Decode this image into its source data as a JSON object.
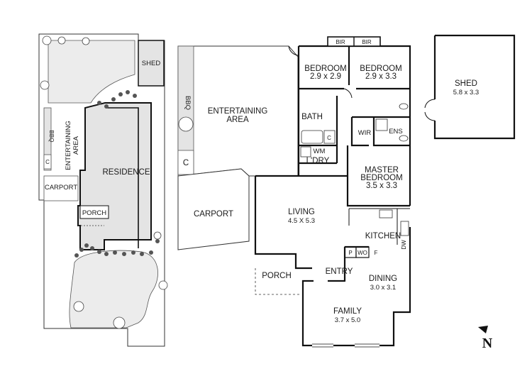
{
  "site_plan": {
    "shed": "SHED",
    "entertaining": "ENTERTAINING AREA",
    "bbq": "BBQ",
    "c": "C",
    "residence": "RESIDENCE",
    "carport": "CARPORT",
    "porch": "PORCH"
  },
  "floor_plan": {
    "bir_left": "BIR",
    "bir_right": "BIR",
    "bedroom1": {
      "name": "BEDROOM",
      "size": "2.9 x 2.9"
    },
    "bedroom2": {
      "name": "BEDROOM",
      "size": "2.9 x 3.3"
    },
    "entertaining": {
      "line1": "ENTERTAINING",
      "line2": "AREA"
    },
    "bbq": "BBQ",
    "c_outdoor": "C",
    "bath": "BATH",
    "bath_c": "C",
    "wm": "WM",
    "ldry": "L'DRY",
    "wir": "WIR",
    "ens": "ENS",
    "master": {
      "line1": "MASTER",
      "line2": "BEDROOM",
      "size": "3.5 x 3.3"
    },
    "carport": "CARPORT",
    "living": {
      "name": "LIVING",
      "size": "4.5 X 5.3"
    },
    "kitchen": "KITCHEN",
    "dw": "DW",
    "p": "P",
    "wo": "WO",
    "f": "F",
    "porch": "PORCH",
    "entry": "ENTRY",
    "dining": {
      "name": "DINING",
      "size": "3.0 x 3.1"
    },
    "family": {
      "name": "FAMILY",
      "size": "3.7 x 5.0"
    }
  },
  "shed": {
    "name": "SHED",
    "size": "5.8 x 3.3"
  },
  "north": "N"
}
